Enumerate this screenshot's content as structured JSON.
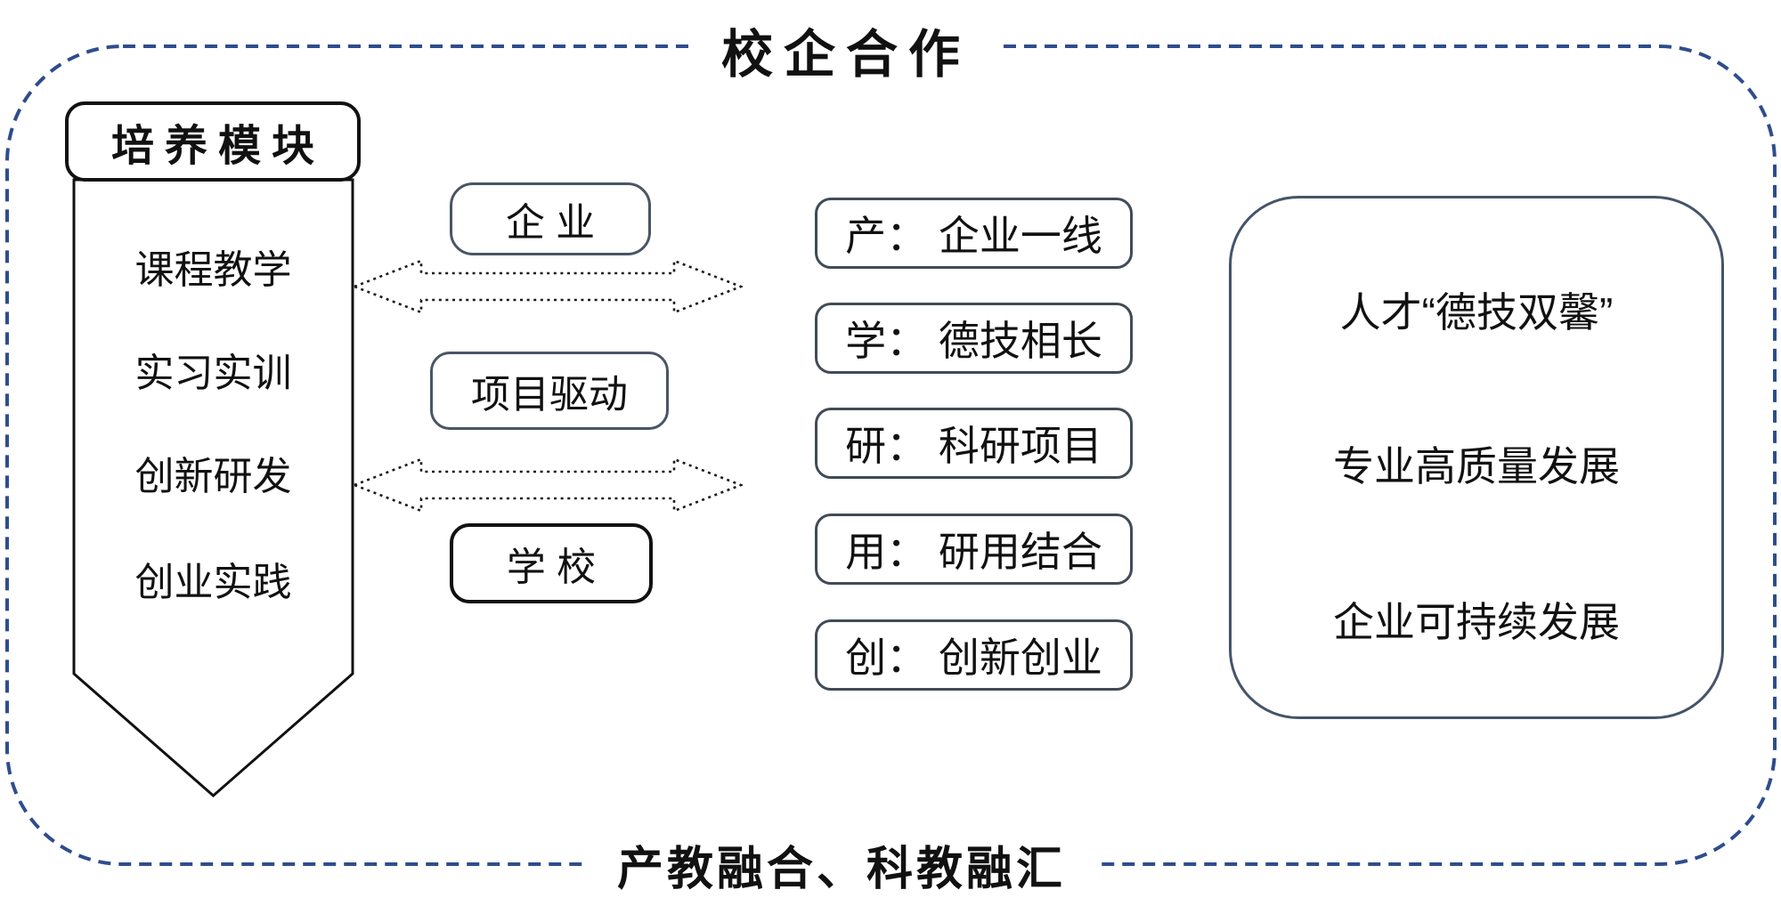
{
  "diagram": {
    "top_title": "校企合作",
    "bottom_title": "产教融合、科教融汇"
  },
  "training_module": {
    "header": "培养模块",
    "items": [
      "课程教学",
      "实习实训",
      "创新研发",
      "创业实践"
    ]
  },
  "cooperation": {
    "enterprise": "企 业",
    "project_driven": "项目驱动",
    "school": "学 校"
  },
  "cxy_items": [
    "产： 企业一线",
    "学： 德技相长",
    "研： 科研项目",
    "用： 研用结合",
    "创： 创新创业"
  ],
  "outcomes": [
    "人才“德技双馨”",
    "专业高质量发展",
    "企业可持续发展"
  ],
  "colors": {
    "frame_dash": "#2e4d8e",
    "black_outline": "#111111",
    "slate_outline": "#4a5565",
    "pxy_outline": "#414b57",
    "outcome_outline": "#44546a",
    "arrow_dots": "#1a1a1a",
    "text": "#111111"
  }
}
